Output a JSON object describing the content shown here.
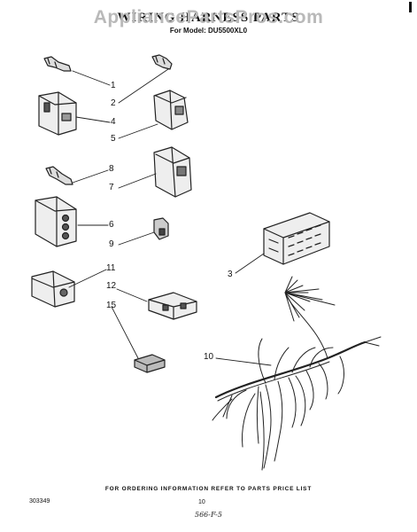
{
  "watermark": "AppliancePartsPros.com",
  "title": "WIRING HARNESS PARTS",
  "model_line": "For Model: DU5500XL0",
  "callouts": [
    "1",
    "2",
    "4",
    "5",
    "8",
    "7",
    "6",
    "9",
    "3",
    "11",
    "12",
    "15",
    "10"
  ],
  "footer": {
    "note": "FOR ORDERING INFORMATION REFER TO PARTS PRICE LIST",
    "doc_number": "303349",
    "page_number": "10",
    "handwritten": "566-F-5"
  }
}
